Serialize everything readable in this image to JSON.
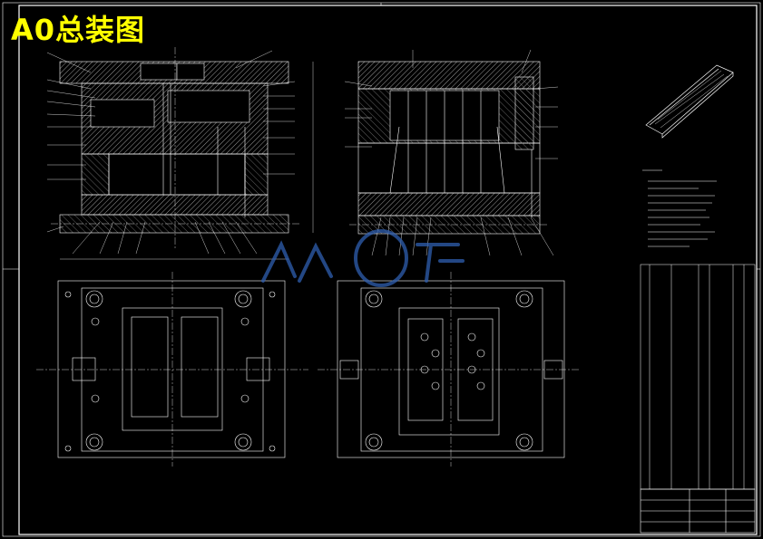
{
  "title": "A0总装图",
  "colors": {
    "background": "#000000",
    "line": "#ffffff",
    "section_hatch": "#8a8a8a",
    "title_text": "#ffff00",
    "watermark": "#2f5fb0"
  },
  "watermark_icon": "renrendoc-logo-watermark",
  "views": [
    "front-section-view-left",
    "front-section-view-right",
    "plan-view-fixed-half",
    "plan-view-moving-half",
    "product-isometric-view"
  ]
}
